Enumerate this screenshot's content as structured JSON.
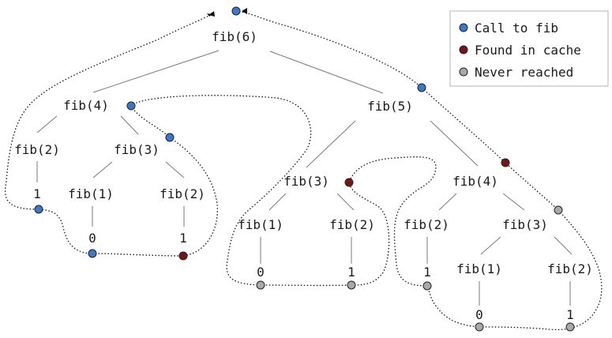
{
  "colors": {
    "call": "#3a78c9",
    "cache": "#7a1313",
    "never": "#a9a9a9"
  },
  "nodes": {
    "f6": "fib(6)",
    "f4a": "fib(4)",
    "f5": "fib(5)",
    "f2a": "fib(2)",
    "f3a": "fib(3)",
    "one_a": "1",
    "f1a": "fib(1)",
    "f2b": "fib(2)",
    "zero_a": "0",
    "one_b": "1",
    "f3b": "fib(3)",
    "f4b": "fib(4)",
    "f1b": "fib(1)",
    "f2c": "fib(2)",
    "zero_b": "0",
    "one_c": "1",
    "f2d": "fib(2)",
    "f3c": "fib(3)",
    "one_d": "1",
    "f1c": "fib(1)",
    "f2e": "fib(2)",
    "zero_c": "0",
    "one_e": "1"
  },
  "dots": {
    "top": "call",
    "fib4": "call",
    "fib3a": "call",
    "one_left": "call",
    "zero_a": "call",
    "one_b": "cache",
    "fib5": "call",
    "fib3b": "cache",
    "zero_b": "never",
    "one_c": "never",
    "fib4b": "cache",
    "fib3c": "never",
    "one_d": "never",
    "zero_c": "never",
    "one_e": "never"
  },
  "legend": {
    "items": [
      {
        "key": "call",
        "label": "Call to fib"
      },
      {
        "key": "cache",
        "label": "Found in cache"
      },
      {
        "key": "never",
        "label": "Never reached"
      }
    ]
  }
}
